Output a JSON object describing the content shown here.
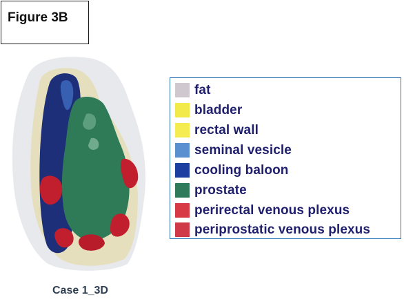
{
  "figure_label": "Figure 3B",
  "caption": "Case 1_3D",
  "legend": {
    "items": [
      {
        "label": "fat",
        "color": "#cfc9cf"
      },
      {
        "label": "bladder",
        "color": "#f2ea4a"
      },
      {
        "label": "rectal wall",
        "color": "#f4ec50"
      },
      {
        "label": "seminal vesicle",
        "color": "#5a8fd0"
      },
      {
        "label": "cooling baloon",
        "color": "#1d3fa0"
      },
      {
        "label": "prostate",
        "color": "#2f7a5a"
      },
      {
        "label": "perirectal venous plexus",
        "color": "#d73a44"
      },
      {
        "label": "periprostatic venous plexus",
        "color": "#d03a48"
      }
    ]
  },
  "colors": {
    "fat": "#d9dbe0",
    "bladder": "#e8dca0",
    "cooling_baloon": "#1a2f7a",
    "prostate": "#2e7a58",
    "venous_plexus": "#c41e2c",
    "legend_border": "#2a6fb0"
  }
}
